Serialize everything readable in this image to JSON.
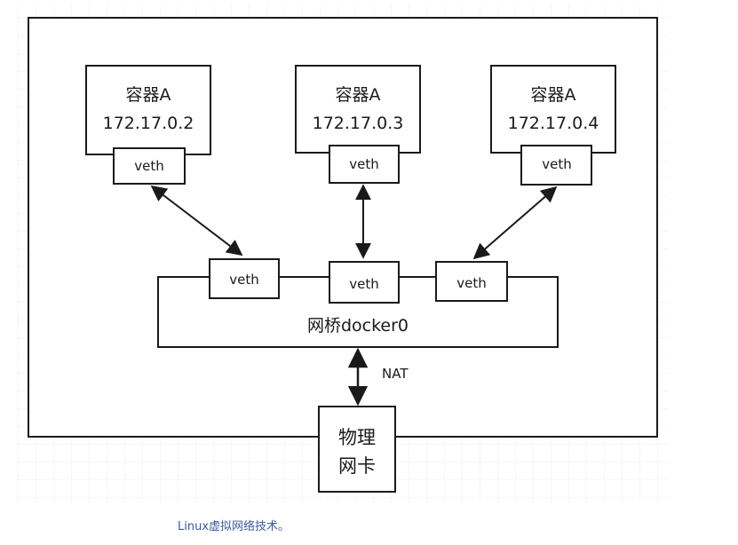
{
  "containers": [
    {
      "name": "容器A",
      "ip": "172.17.0.2",
      "veth": "veth"
    },
    {
      "name": "容器A",
      "ip": "172.17.0.3",
      "veth": "veth"
    },
    {
      "name": "容器A",
      "ip": "172.17.0.4",
      "veth": "veth"
    }
  ],
  "bridge": {
    "label": "网桥docker0",
    "veths": [
      "veth",
      "veth",
      "veth"
    ]
  },
  "nat_label": "NAT",
  "nic": {
    "line1": "物理",
    "line2": "网卡"
  },
  "caption": "Linux虚拟网络技术。",
  "colors": {
    "line": "#1a1a1a",
    "caption": "#3d5a9e",
    "grid": "#efefef"
  }
}
